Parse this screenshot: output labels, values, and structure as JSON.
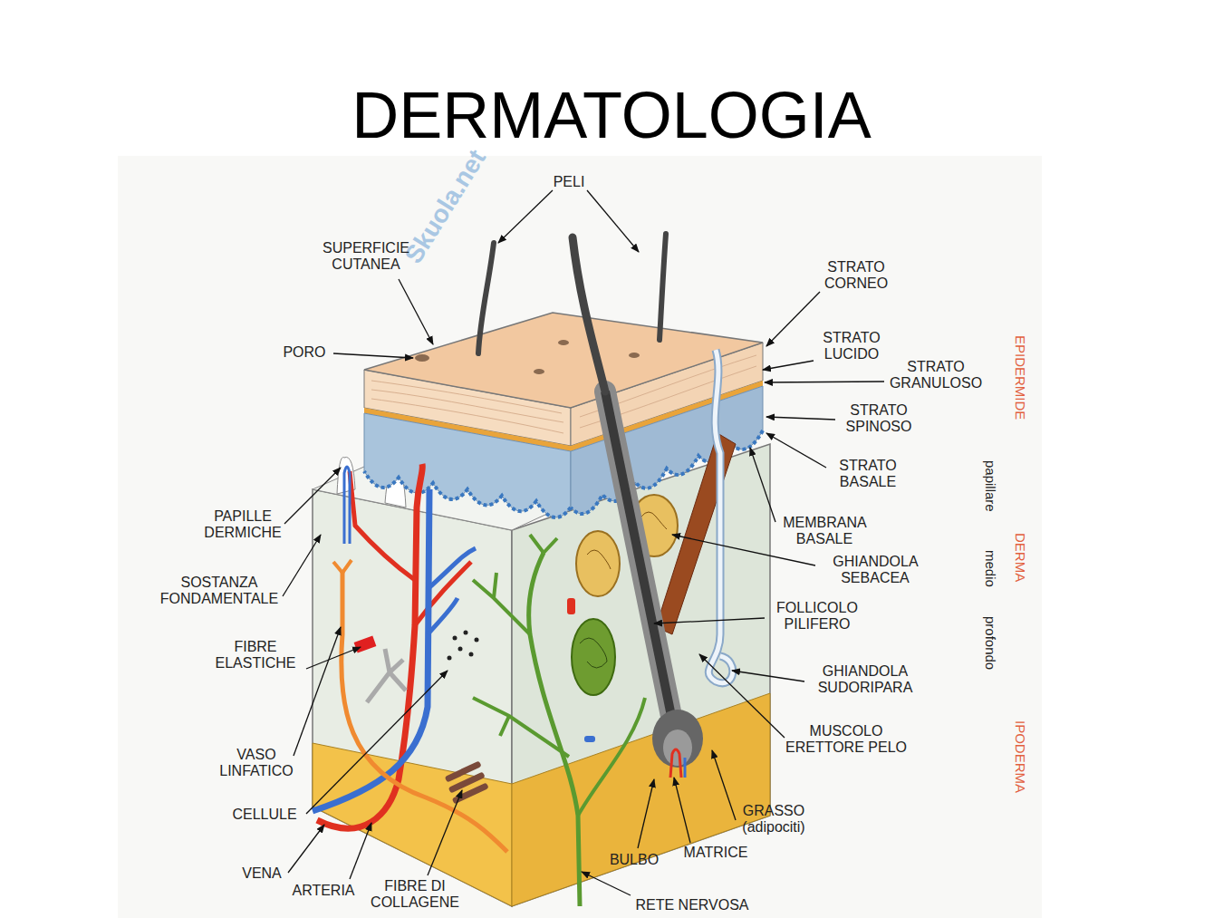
{
  "diagram": {
    "title": "DERMATOLOGIA",
    "labels": [
      "PELI",
      "SUPERFICIE CUTANEA",
      "PORO",
      "STRATO CORNEO",
      "STRATO LUCIDO",
      "STRATO GRANULOSO",
      "STRATO SPINOSO",
      "STRATO BASALE",
      "MEMBRANA BASALE",
      "GHIANDOLA SEBACEA",
      "FOLLICOLO PILIFERO",
      "GHIANDOLA SUDORIPARA",
      "MUSCOLO ERETTORE PELO",
      "GRASSO (adipociti)",
      "MATRICE",
      "BULBO",
      "RETE NERVOSA",
      "PAPILLE DERMICHE",
      "SOSTANZA FONDAMENTALE",
      "FIBRE ELASTICHE",
      "VASO LINFATICO",
      "CELLULE",
      "VENA",
      "ARTERIA",
      "FIBRE DI COLLAGENE",
      "EPIDERMIDE",
      "papillare",
      "DERMA",
      "medio",
      "profondo",
      "IPODERMA",
      "Skuola.net"
    ]
  }
}
